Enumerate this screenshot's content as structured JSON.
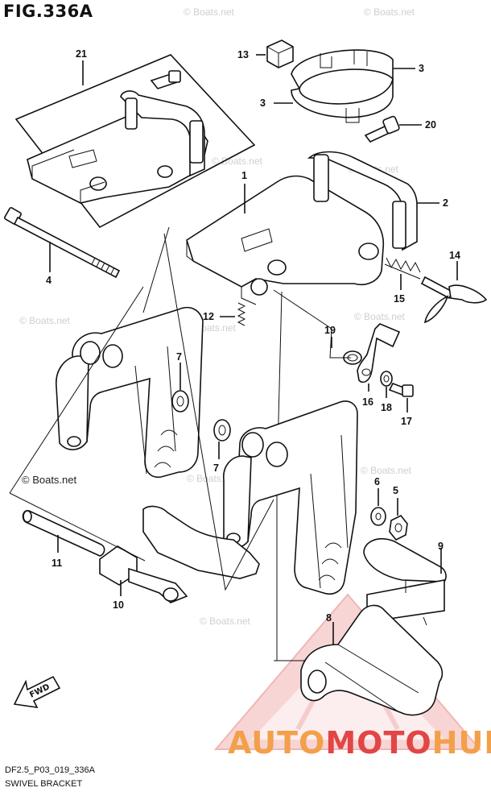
{
  "figure": {
    "title": "FIG.336A"
  },
  "footer": {
    "code": "DF2.5_P03_019_336A",
    "name": "SWIVEL BRACKET"
  },
  "brand": {
    "part1": "AUTO",
    "part2": "MOTO",
    "part3": "HUB"
  },
  "fwd_label": "FWD",
  "watermarks": [
    "© Boats.net",
    "© Boats.net",
    "© Boats.net",
    "© Boats.net",
    "© Boats.net",
    "© Boats.net",
    "© Boats.net",
    "© Boats.net",
    "© Boats.net",
    "© Boats.net"
  ],
  "callouts": [
    {
      "number": "21"
    },
    {
      "number": "13"
    },
    {
      "number": "3"
    },
    {
      "number": "3"
    },
    {
      "number": "20"
    },
    {
      "number": "1"
    },
    {
      "number": "2"
    },
    {
      "number": "4"
    },
    {
      "number": "14"
    },
    {
      "number": "15"
    },
    {
      "number": "12"
    },
    {
      "number": "19"
    },
    {
      "number": "7"
    },
    {
      "number": "16"
    },
    {
      "number": "18"
    },
    {
      "number": "17"
    },
    {
      "number": "7"
    },
    {
      "number": "6"
    },
    {
      "number": "5"
    },
    {
      "number": "9"
    },
    {
      "number": "11"
    },
    {
      "number": "10"
    },
    {
      "number": "8"
    }
  ]
}
